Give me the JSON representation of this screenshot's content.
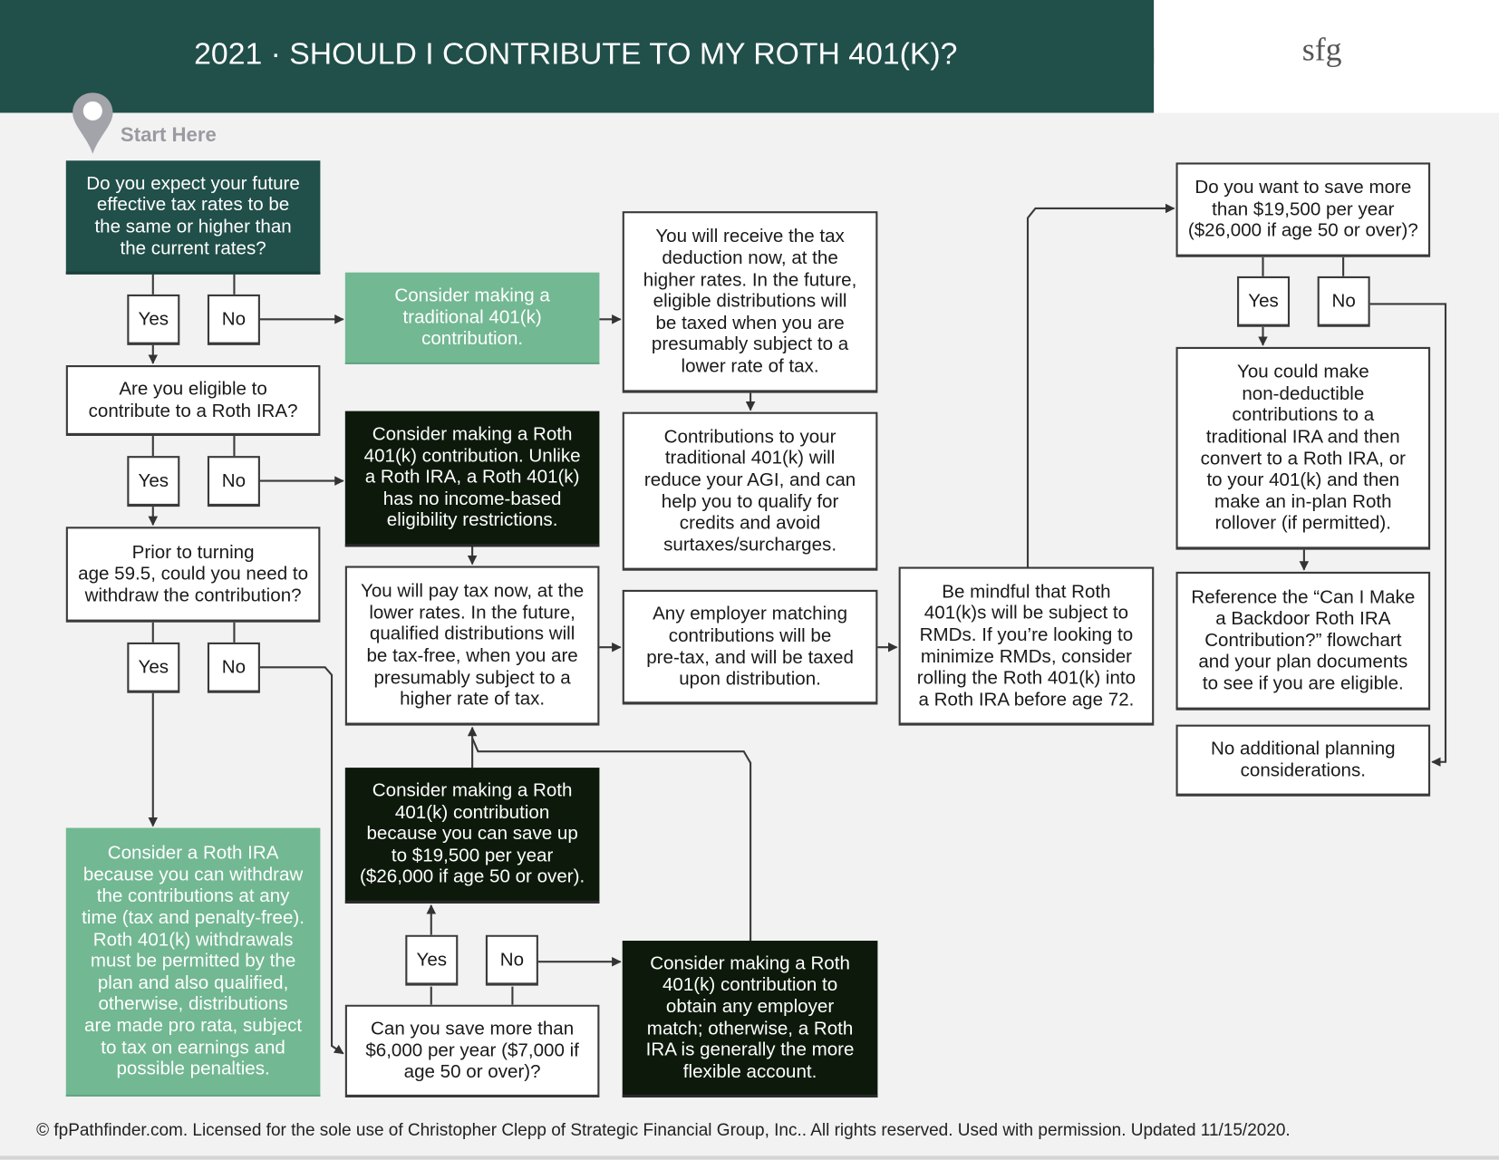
{
  "header": {
    "title": "2021 · SHOULD I CONTRIBUTE TO MY ROTH 401(K)?",
    "logo_text": "sfg"
  },
  "start_label": "Start Here",
  "colors": {
    "header": "#214f4a",
    "green": "#72b893",
    "black": "#0d1a0b",
    "background": "#f2f2f2"
  },
  "nodes": {
    "q_future_rates": [
      "Do you expect your future",
      "effective tax rates to be",
      "the same or higher than",
      "the current rates?"
    ],
    "traditional_401k": [
      "Consider making a",
      "traditional 401(k)",
      "contribution."
    ],
    "tax_deduction_now": [
      "You will receive the tax",
      "deduction now, at the",
      "higher rates. In the future,",
      "eligible distributions will",
      "be taxed when you are",
      "presumably subject to a",
      "lower rate of tax."
    ],
    "q_roth_ira_eligible": [
      "Are you eligible to",
      "contribute to a Roth IRA?"
    ],
    "roth_no_income_limit": [
      "Consider making a Roth",
      "401(k) contribution. Unlike",
      "a Roth IRA, a Roth 401(k)",
      "has no income-based",
      "eligibility restrictions."
    ],
    "reduce_agi": [
      "Contributions to your",
      "traditional 401(k) will",
      "reduce your AGI, and can",
      "help you to qualify for",
      "credits and avoid",
      "surtaxes/surcharges."
    ],
    "q_withdraw_before_59": [
      "Prior to turning",
      "age 59.5, could you need to",
      "withdraw the contribution?"
    ],
    "pay_tax_now": [
      "You will pay tax now, at the",
      "lower rates. In the future,",
      "qualified distributions will",
      "be tax-free, when you are",
      "presumably subject to a",
      "higher rate of tax."
    ],
    "employer_match_pretax": [
      "Any employer matching",
      "contributions will be",
      "pre-tax, and will be taxed",
      "upon distribution."
    ],
    "rmd_mindful": [
      "Be mindful that Roth",
      "401(k)s will be subject to",
      "RMDs. If you’re looking to",
      "minimize RMDs, consider",
      "rolling the Roth 401(k) into",
      "a Roth IRA before age 72."
    ],
    "q_save_more_19500": [
      "Do you want to save more",
      "than $19,500 per year",
      "($26,000 if age 50 or over)?"
    ],
    "backdoor_nondeductible": [
      "You could make",
      "non-deductible",
      "contributions to a",
      "traditional IRA and then",
      "convert to a Roth IRA, or",
      "to your 401(k) and then",
      "make an in-plan Roth",
      "rollover (if permitted)."
    ],
    "reference_flowchart": [
      "Reference the “Can I Make",
      "a Backdoor Roth IRA",
      "Contribution?” flowchart",
      "and your plan documents",
      "to see if you are eligible."
    ],
    "no_additional": [
      "No additional planning",
      "considerations."
    ],
    "consider_roth_ira": [
      "Consider a Roth IRA",
      "because you can withdraw",
      "the contributions at any",
      "time (tax and penalty-free).",
      "Roth 401(k) withdrawals",
      "must be permitted by the",
      "plan and also qualified,",
      "otherwise, distributions",
      "are made pro rata, subject",
      "to tax on earnings and",
      "possible penalties."
    ],
    "roth_save_up_to": [
      "Consider making a Roth",
      "401(k) contribution",
      "because you can save up",
      "to $19,500 per year",
      "($26,000 if age 50 or over)."
    ],
    "q_save_more_6000": [
      "Can you save more than",
      "$6,000 per year ($7,000 if",
      "age 50 or over)?"
    ],
    "roth_employer_match": [
      "Consider making a Roth",
      "401(k) contribution to",
      "obtain any employer",
      "match; otherwise, a Roth",
      "IRA is generally the more",
      "flexible account."
    ]
  },
  "answers": {
    "yes": "Yes",
    "no": "No"
  },
  "footer": "© fpPathfinder.com. Licensed for the sole use of Christopher Clepp of Strategic Financial Group, Inc.. All rights reserved. Used with permission. Updated 11/15/2020."
}
